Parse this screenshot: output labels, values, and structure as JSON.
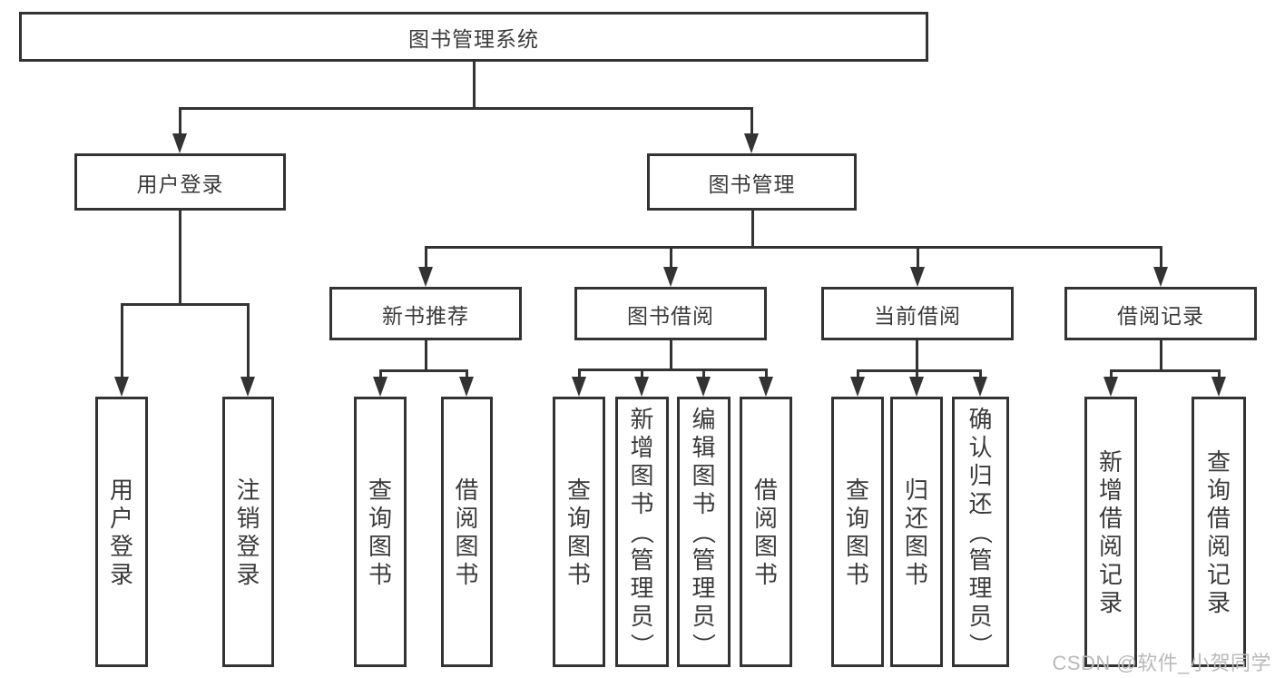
{
  "diagram": {
    "title": "图书管理系统",
    "watermark": "CSDN @软件_小贺同学",
    "colors": {
      "line": "#333333",
      "text": "#3a3a3a",
      "box_background": "#ffffff",
      "watermark": "#b9b9b9",
      "page_background": "#ffffff"
    },
    "nodes": [
      {
        "id": "system",
        "label": "图书管理系统",
        "parent": null,
        "level": 1
      },
      {
        "id": "user-login",
        "label": "用户登录",
        "parent": "system",
        "level": 2
      },
      {
        "id": "book-mgmt",
        "label": "图书管理",
        "parent": "system",
        "level": 2
      },
      {
        "id": "new-book-rec",
        "label": "新书推荐",
        "parent": "book-mgmt",
        "level": 3
      },
      {
        "id": "book-borrow",
        "label": "图书借阅",
        "parent": "book-mgmt",
        "level": 3
      },
      {
        "id": "current-borrow",
        "label": "当前借阅",
        "parent": "book-mgmt",
        "level": 3
      },
      {
        "id": "borrow-history",
        "label": "借阅记录",
        "parent": "book-mgmt",
        "level": 3
      },
      {
        "id": "login-do",
        "label": "用户登录",
        "parent": "user-login",
        "level": 4
      },
      {
        "id": "login-out",
        "label": "注销登录",
        "parent": "user-login",
        "level": 4
      },
      {
        "id": "rec-query",
        "label": "查询图书",
        "parent": "new-book-rec",
        "level": 4
      },
      {
        "id": "rec-borrow",
        "label": "借阅图书",
        "parent": "new-book-rec",
        "level": 4
      },
      {
        "id": "bb-query",
        "label": "查询图书",
        "parent": "book-borrow",
        "level": 4
      },
      {
        "id": "bb-add",
        "label": "新增图书（管理员）",
        "parent": "book-borrow",
        "level": 4
      },
      {
        "id": "bb-edit",
        "label": "编辑图书（管理员）",
        "parent": "book-borrow",
        "level": 4
      },
      {
        "id": "bb-borrow",
        "label": "借阅图书",
        "parent": "book-borrow",
        "level": 4
      },
      {
        "id": "cb-query",
        "label": "查询图书",
        "parent": "current-borrow",
        "level": 4
      },
      {
        "id": "cb-return",
        "label": "归还图书",
        "parent": "current-borrow",
        "level": 4
      },
      {
        "id": "cb-confirm",
        "label": "确认归还（管理员）",
        "parent": "current-borrow",
        "level": 4
      },
      {
        "id": "bh-add",
        "label": "新增借阅记录",
        "parent": "borrow-history",
        "level": 4
      },
      {
        "id": "bh-query",
        "label": "查询借阅记录",
        "parent": "borrow-history",
        "level": 4
      }
    ]
  }
}
